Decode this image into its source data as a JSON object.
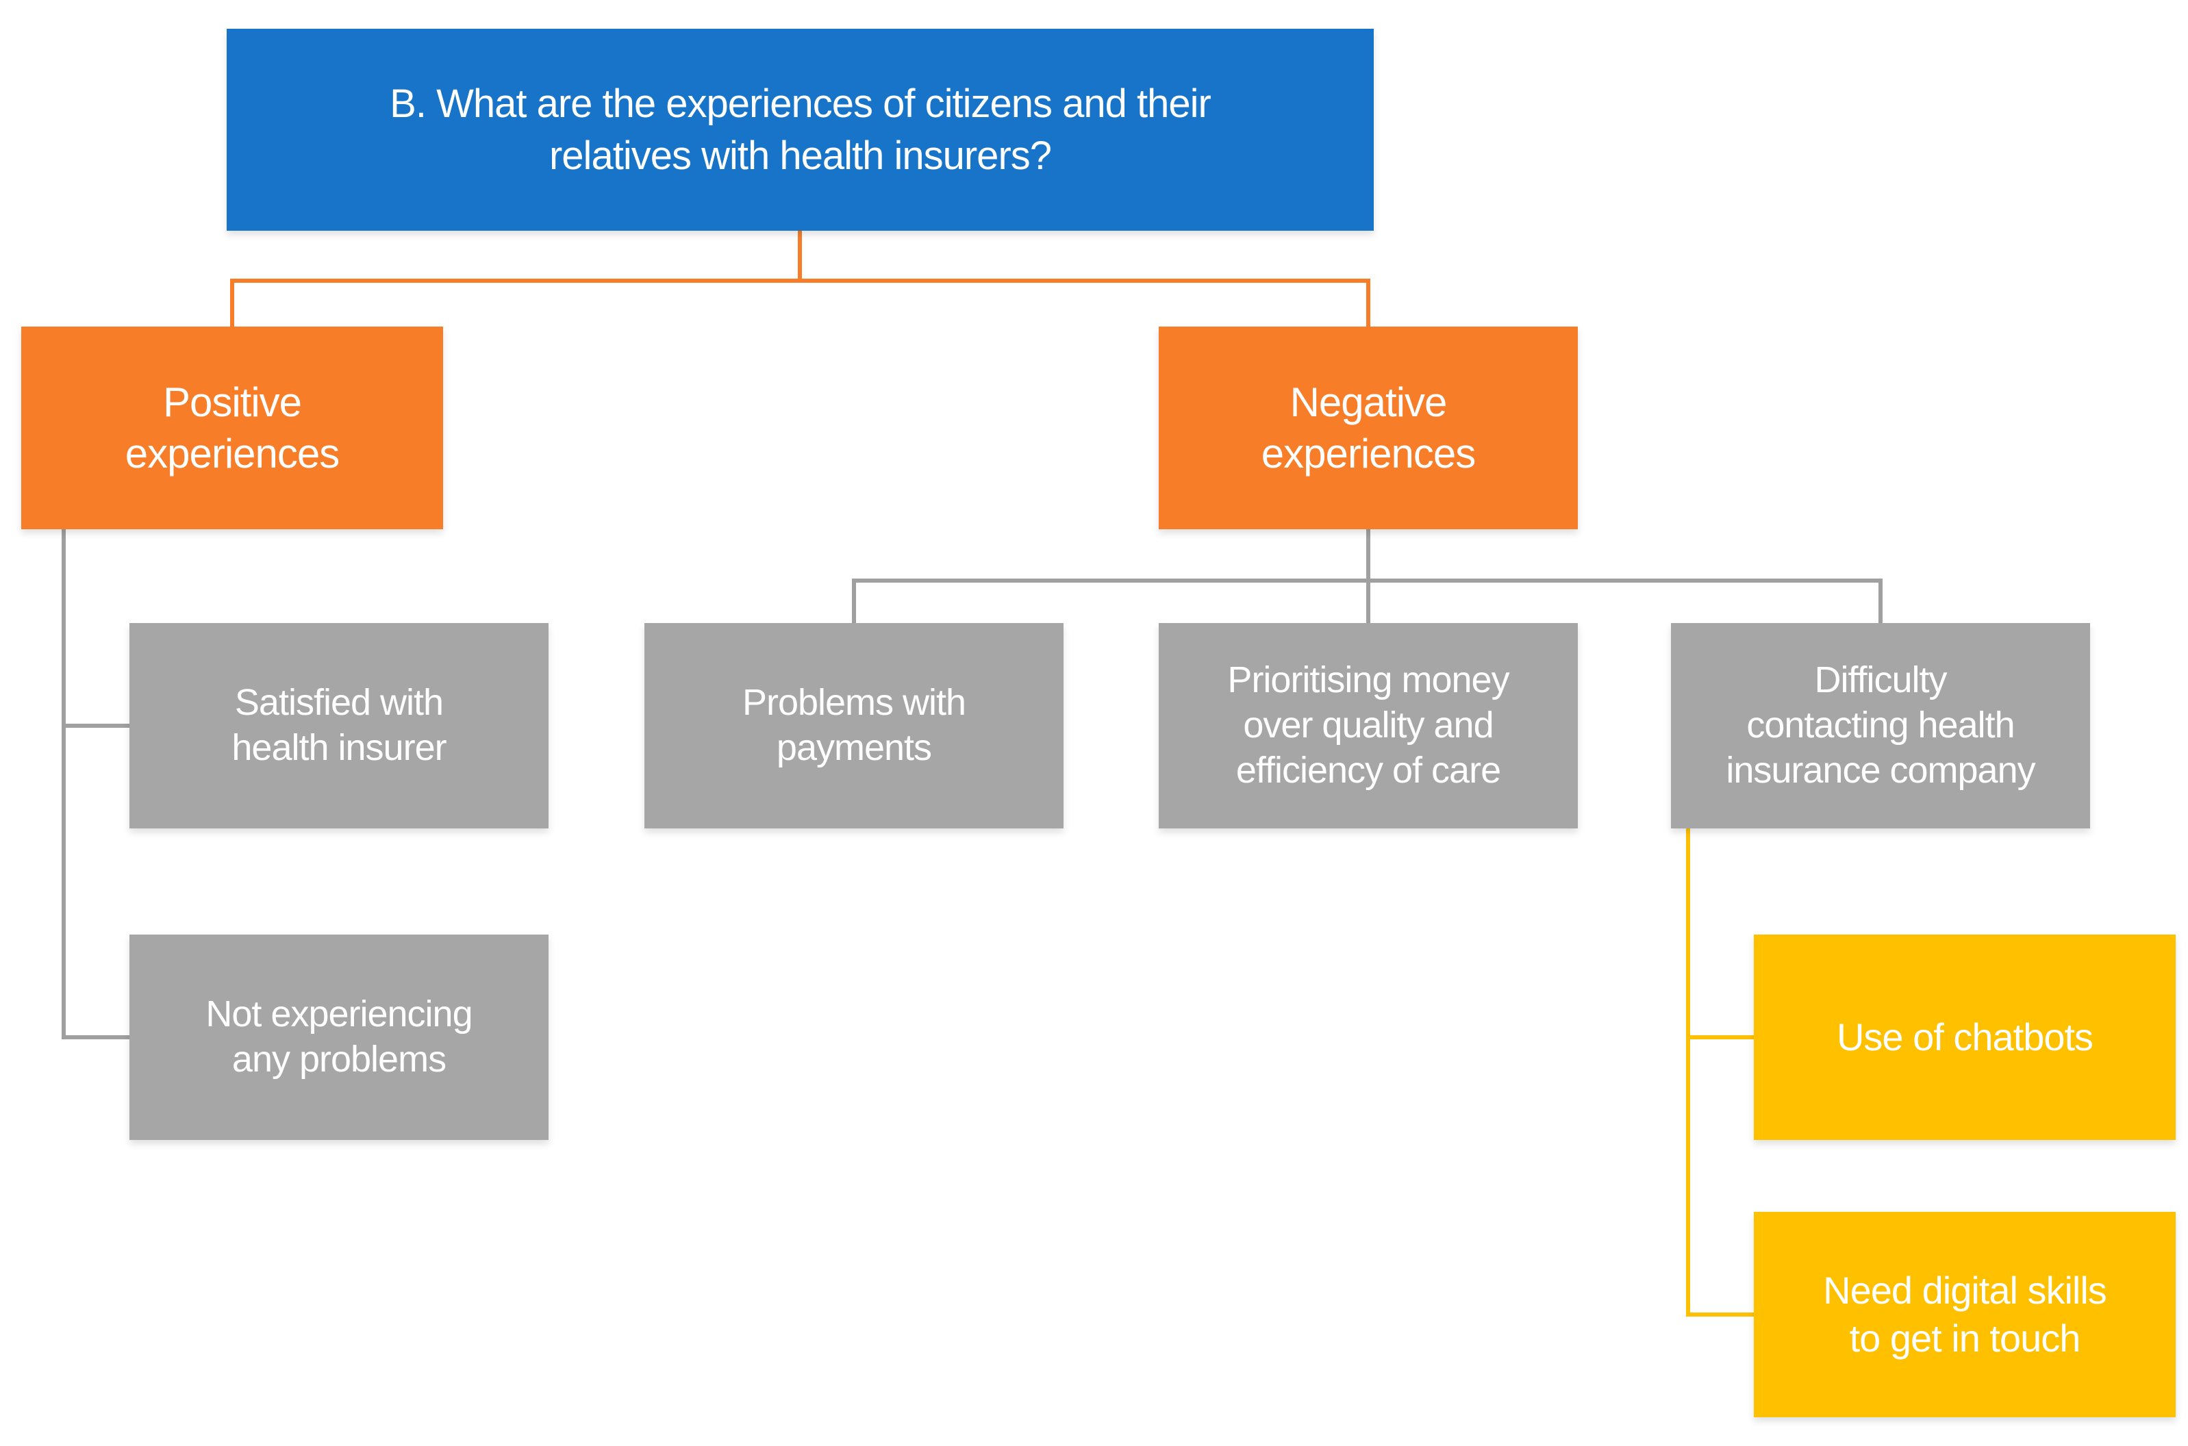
{
  "diagram": {
    "title_node": {
      "label": "B. What are the experiences of citizens and their\nrelatives with health insurers?"
    },
    "nodes": {
      "positive": {
        "label": "Positive\nexperiences"
      },
      "negative": {
        "label": "Negative\nexperiences"
      },
      "satisfied": {
        "label": "Satisfied with\nhealth insurer"
      },
      "no_problems": {
        "label": "Not experiencing\nany problems"
      },
      "payments": {
        "label": "Problems with\npayments"
      },
      "money": {
        "label": "Prioritising money\nover quality and\nefficiency of care"
      },
      "contact": {
        "label": "Difficulty\ncontacting health\ninsurance company"
      },
      "chatbots": {
        "label": "Use of chatbots"
      },
      "digital": {
        "label": "Need digital skills\nto get in touch"
      }
    },
    "colors": {
      "c-root": "#1874C8",
      "c-branch": "#F87D29",
      "c-child": "#A6A6A6",
      "c-grandchild": "#FFC000",
      "c-line-orange": "#F87D29",
      "c-line-gray": "#A0A0A0",
      "c-line-yellow": "#FFC004",
      "c-text": "#FFFFFF",
      "c-bg": "#FFFFFF"
    }
  }
}
